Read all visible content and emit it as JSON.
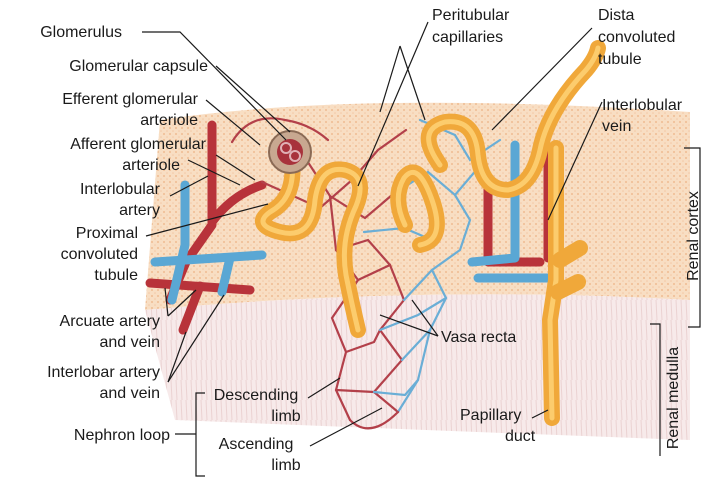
{
  "labels": {
    "glomerulus": "Glomerulus",
    "glomerular_capsule": "Glomerular capsule",
    "efferent_1": "Efferent glomerular",
    "efferent_2": "arteriole",
    "afferent_1": "Afferent glomerular",
    "afferent_2": "arteriole",
    "interlobular_artery_1": "Interlobular",
    "interlobular_artery_2": "artery",
    "proximal_1": "Proximal",
    "proximal_2": "convoluted",
    "proximal_3": "tubule",
    "arcuate_1": "Arcuate artery",
    "arcuate_2": "and vein",
    "interlobar_1": "Interlobar artery",
    "interlobar_2": "and vein",
    "nephron_loop": "Nephron loop",
    "descending_1": "Descending",
    "descending_2": "limb",
    "ascending_1": "Ascending",
    "ascending_2": "limb",
    "peritubular_1": "Peritubular",
    "peritubular_2": "capillaries",
    "distal_1": "Dista",
    "distal_2": "convoluted",
    "distal_3": "tubule",
    "interlobular_vein_1": "Interlobular",
    "interlobular_vein_2": "vein",
    "vasa_recta": "Vasa recta",
    "papillary_1": "Papillary",
    "papillary_2": "duct",
    "renal_cortex": "Renal cortex",
    "renal_medulla": "Renal medulla"
  },
  "colors": {
    "cortex": "#f7d7b8",
    "medulla": "#f3e3e3",
    "tubule": "#f0a83a",
    "artery": "#b8333a",
    "vein": "#5aa7d4"
  }
}
